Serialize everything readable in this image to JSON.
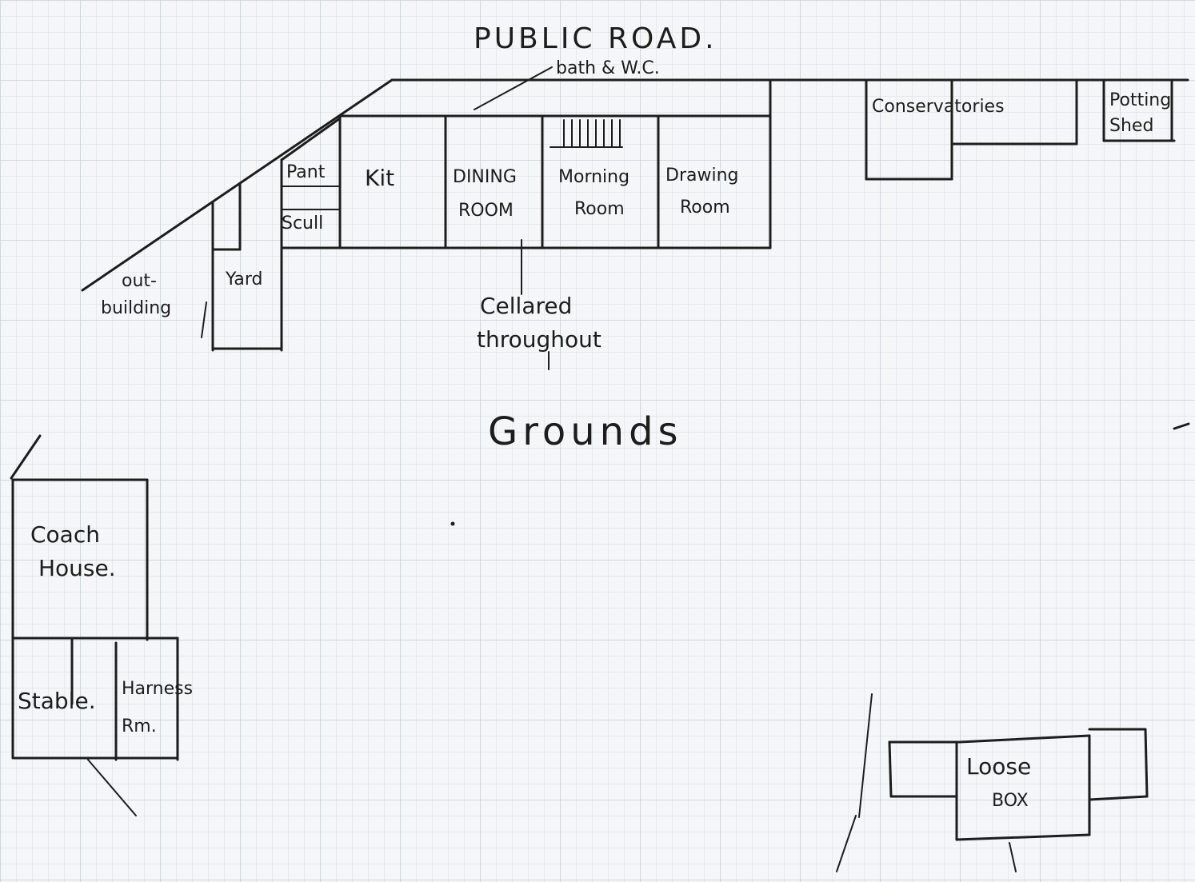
{
  "road": {
    "label": "PUBLIC  ROAD."
  },
  "house": {
    "bath_wc": "bath & W.C.",
    "pantry": "Pant",
    "scullery": "Scull",
    "kitchen": "Kit",
    "dining_line1": "DINING",
    "dining_line2": "ROOM",
    "morning_line1": "Morning",
    "morning_line2": "Room",
    "drawing_line1": "Drawing",
    "drawing_line2": "Room",
    "cellared_line1": "Cellared",
    "cellared_line2": "throughout"
  },
  "outbuilding": {
    "line1": "out-",
    "line2": "building"
  },
  "yard": {
    "label": "Yard"
  },
  "conservatories": {
    "label": "Conservatories"
  },
  "potting_shed": {
    "line1": "Potting",
    "line2": "Shed"
  },
  "grounds": {
    "label": "Grounds"
  },
  "coach_house": {
    "line1": "Coach",
    "line2": "House."
  },
  "stable": {
    "label": "Stable."
  },
  "harness_room": {
    "line1": "Harness",
    "line2": "Rm."
  },
  "loose_box": {
    "line1": "Loose",
    "line2": "BOX"
  },
  "colors": {
    "paper": "#f4f6f8",
    "grid": "#c9d6e0",
    "ink": "#1d1d1d"
  }
}
